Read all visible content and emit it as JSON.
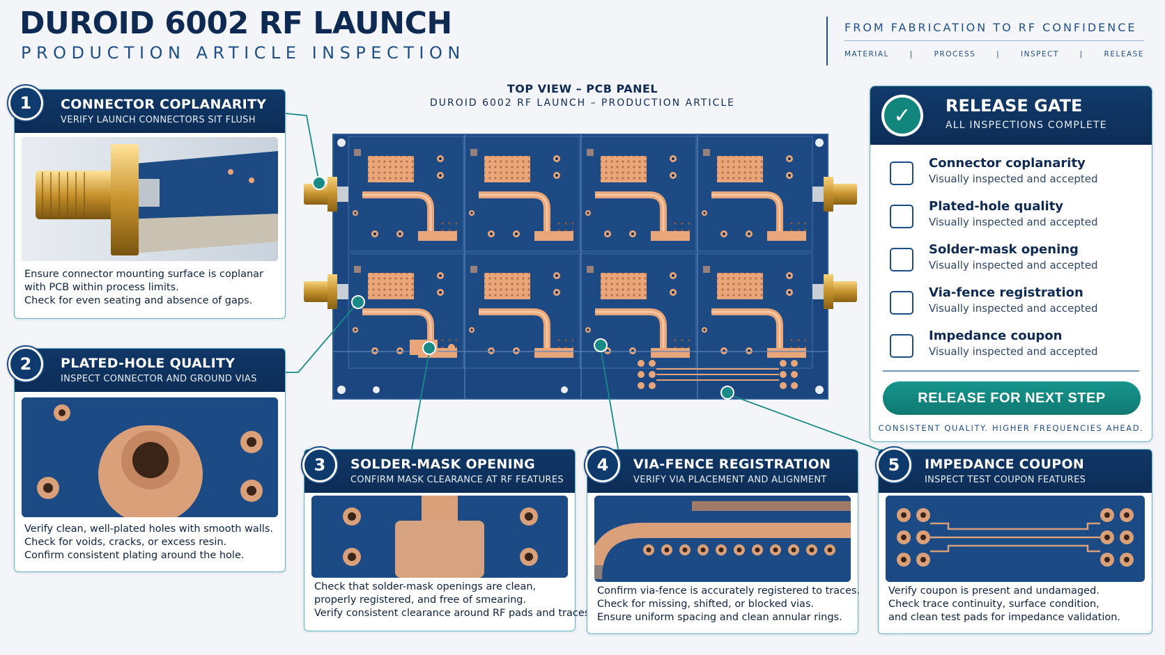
{
  "header": {
    "title": "DUROID 6002 RF LAUNCH",
    "subtitle": "PRODUCTION ARTICLE INSPECTION",
    "tagline": "FROM FABRICATION TO RF CONFIDENCE",
    "steps": [
      "MATERIAL",
      "|",
      "PROCESS",
      "|",
      "INSPECT",
      "|",
      "RELEASE"
    ]
  },
  "pcb": {
    "caption_title": "TOP VIEW – PCB PANEL",
    "caption_sub": "DUROID 6002 RF LAUNCH – PRODUCTION ARTICLE"
  },
  "callouts": [
    {
      "number": "1",
      "title": "CONNECTOR COPLANARITY",
      "subtitle": "VERIFY LAUNCH CONNECTORS SIT FLUSH",
      "lines": [
        "Ensure connector mounting surface is coplanar",
        "with PCB within process limits.",
        "Check for even seating and absence of gaps."
      ]
    },
    {
      "number": "2",
      "title": "PLATED-HOLE QUALITY",
      "subtitle": "INSPECT CONNECTOR AND GROUND VIAS",
      "lines": [
        "Verify clean, well-plated holes with smooth walls.",
        "Check for voids, cracks, or excess resin.",
        "Confirm consistent plating around the hole."
      ]
    },
    {
      "number": "3",
      "title": "SOLDER-MASK OPENING",
      "subtitle": "CONFIRM MASK CLEARANCE AT RF FEATURES",
      "lines": [
        "Check that solder-mask openings are clean,",
        "properly registered, and free of smearing.",
        "Verify consistent clearance around RF pads and traces."
      ]
    },
    {
      "number": "4",
      "title": "VIA-FENCE REGISTRATION",
      "subtitle": "VERIFY VIA PLACEMENT AND ALIGNMENT",
      "lines": [
        "Confirm via-fence is accurately registered to traces.",
        "Check for missing, shifted, or blocked vias.",
        "Ensure uniform spacing and clean annular rings."
      ]
    },
    {
      "number": "5",
      "title": "IMPEDANCE COUPON",
      "subtitle": "INSPECT TEST COUPON FEATURES",
      "lines": [
        "Verify coupon is present and undamaged.",
        "Check trace continuity, surface condition,",
        "and clean test pads for impedance validation."
      ]
    }
  ],
  "release_gate": {
    "title": "RELEASE GATE",
    "subtitle": "ALL INSPECTIONS COMPLETE",
    "items": [
      {
        "label": "Connector coplanarity",
        "note": "Visually inspected and accepted"
      },
      {
        "label": "Plated-hole quality",
        "note": "Visually inspected and accepted"
      },
      {
        "label": "Solder-mask opening",
        "note": "Visually inspected and accepted"
      },
      {
        "label": "Via-fence registration",
        "note": "Visually inspected and accepted"
      },
      {
        "label": "Impedance coupon",
        "note": "Visually inspected and accepted"
      }
    ],
    "button_label": "RELEASE FOR NEXT STEP",
    "footer": "CONSISTENT QUALITY.  HIGHER FREQUENCIES AHEAD."
  },
  "colors": {
    "navy": "#0f2a52",
    "board_blue": "#1d4a82",
    "copper": "#e8a67a",
    "teal": "#12857d",
    "callout_line": "#1a8a86"
  }
}
